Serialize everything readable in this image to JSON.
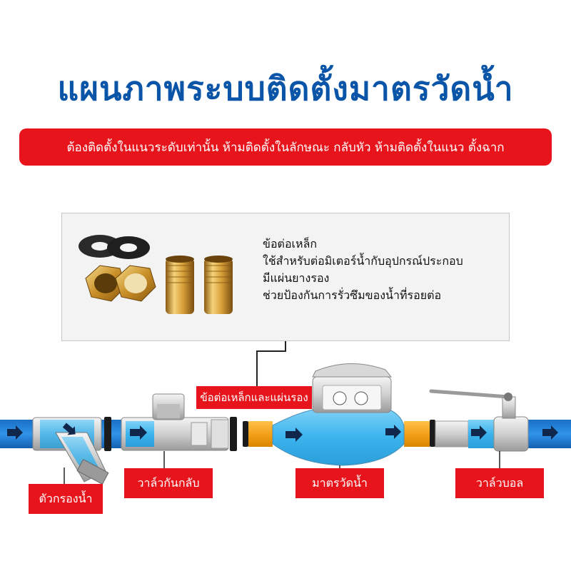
{
  "title": "แผนภาพระบบติดตั้งมาตรวัดน้ำ",
  "warning": "ต้องติดตั้งในแนวระดับเท่านั้น  ห้ามติดตั้งในลักษณะ  กลับหัว  ห้ามติดตั้งในแนว ตั้งฉาก",
  "parts_box": {
    "lines": [
      "ข้อต่อเหล็ก",
      "ใช้สำหรับต่อมิเตอร์น้ำกับอุปกรณ์ประกอบ",
      "มีแผ่นยางรอง",
      "ช่วยป้องกันการรั่วซึมของน้ำที่รอยต่อ"
    ]
  },
  "labels": {
    "connector": "ข้อต่อเหล็กและแผ่นรอง",
    "check_valve": "วาล์วกันกลับ",
    "meter": "มาตรวัดน้ำ",
    "ball_valve": "วาล์วบอล",
    "filter": "ตัวกรองน้ำ"
  },
  "colors": {
    "title": "#0a55a8",
    "banner": "#e8141b",
    "pipe": "#1e7fd6",
    "water": "#3cb4ee",
    "brass": "#f0a21c"
  }
}
